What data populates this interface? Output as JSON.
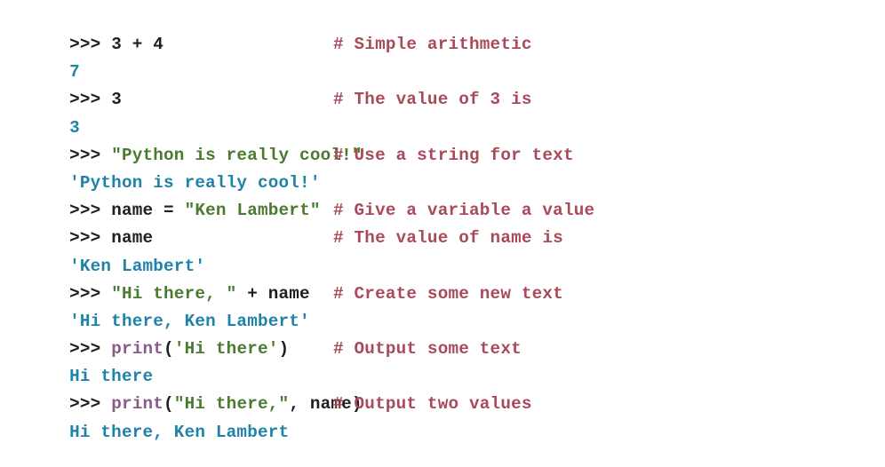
{
  "colors": {
    "prompt": "#1f1f1f",
    "string": "#4a7a2e",
    "builtin_function": "#8a5a8a",
    "comment": "#a84a5a",
    "output": "#1f82a8"
  },
  "prompt": ">>>",
  "lines": [
    {
      "kind": "input",
      "segments": [
        {
          "type": "code",
          "text": "3 + 4"
        }
      ],
      "comment": "# Simple arithmetic"
    },
    {
      "kind": "output",
      "text": "7"
    },
    {
      "kind": "input",
      "segments": [
        {
          "type": "code",
          "text": "3"
        }
      ],
      "comment": "# The value of 3 is"
    },
    {
      "kind": "output",
      "text": "3"
    },
    {
      "kind": "input",
      "segments": [
        {
          "type": "string",
          "text": "\"Python is really cool!\""
        }
      ],
      "comment": "# Use a string for text"
    },
    {
      "kind": "output",
      "text": "'Python is really cool!'"
    },
    {
      "kind": "input",
      "segments": [
        {
          "type": "code",
          "text": "name = "
        },
        {
          "type": "string",
          "text": "\"Ken Lambert\""
        }
      ],
      "comment": "# Give a variable a value"
    },
    {
      "kind": "input",
      "segments": [
        {
          "type": "code",
          "text": "name"
        }
      ],
      "comment": "# The value of name is"
    },
    {
      "kind": "output",
      "text": "'Ken Lambert'"
    },
    {
      "kind": "input",
      "segments": [
        {
          "type": "string",
          "text": "\"Hi there, \""
        },
        {
          "type": "code",
          "text": " + name"
        }
      ],
      "comment": "# Create some new text"
    },
    {
      "kind": "output",
      "text": "'Hi there, Ken Lambert'"
    },
    {
      "kind": "input",
      "segments": [
        {
          "type": "fn",
          "text": "print"
        },
        {
          "type": "code",
          "text": "("
        },
        {
          "type": "string",
          "text": "'Hi there'"
        },
        {
          "type": "code",
          "text": ")"
        }
      ],
      "comment": "# Output some text"
    },
    {
      "kind": "output",
      "text": "Hi there"
    },
    {
      "kind": "input",
      "segments": [
        {
          "type": "fn",
          "text": "print"
        },
        {
          "type": "code",
          "text": "("
        },
        {
          "type": "string",
          "text": "\"Hi there,\""
        },
        {
          "type": "code",
          "text": ", name)"
        }
      ],
      "comment": "# Output two values"
    },
    {
      "kind": "output",
      "text": "Hi there, Ken Lambert"
    }
  ]
}
